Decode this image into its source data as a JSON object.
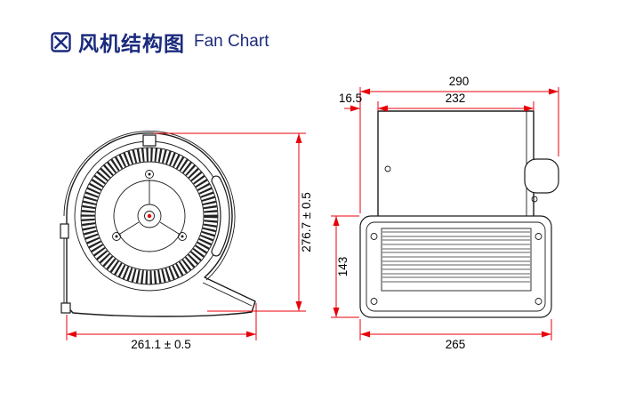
{
  "header": {
    "title_zh": "风机结构图",
    "title_en": "Fan Chart"
  },
  "colors": {
    "title": "#1b2b7d",
    "dimension": "#e8000b",
    "drawing": "#1c1c1c"
  },
  "views": {
    "front": {
      "label": "fan-front-view",
      "dim_width": "261.1 ± 0.5",
      "dim_height": "276.7 ± 0.5"
    },
    "side": {
      "label": "fan-side-view",
      "dim_total_width": "290",
      "dim_body_width": "232",
      "dim_left_offset": "16.5",
      "dim_base_height": "143",
      "dim_base_width": "265"
    }
  }
}
